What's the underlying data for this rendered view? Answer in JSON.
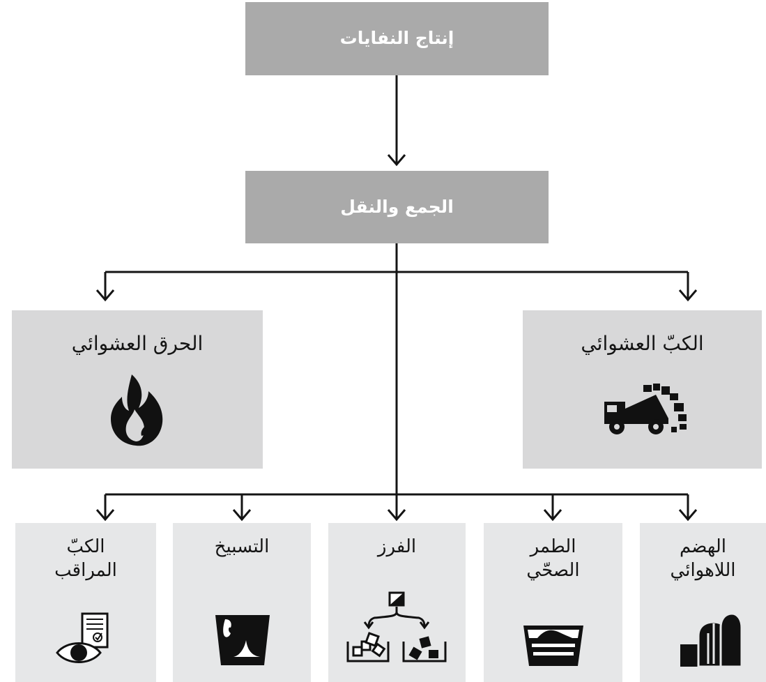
{
  "nodes": {
    "production": "إنتاج النفايات",
    "collection": "الجمع والنقل",
    "open_burning": "الحرق العشوائي",
    "open_dumping": "الكبّ العشوائي",
    "controlled_landfill": "الكبّ المراقب",
    "composting": "التسبيخ",
    "sorting": "الفرز",
    "sanitary_landfill": "الطمر الصحّي",
    "anaerobic_digestion": "الهضم اللاهوائي"
  },
  "icons": {
    "open_burning": "flame-icon",
    "open_dumping": "dump-truck-icon",
    "controlled_landfill": "eye-checklist-icon",
    "composting": "compost-bin-icon",
    "sorting": "sorting-bins-icon",
    "sanitary_landfill": "landfill-pit-icon",
    "anaerobic_digestion": "digester-icon"
  },
  "colors": {
    "top_box": "#aaaaaa",
    "middle_box": "#d8d8d9",
    "bottom_box": "#e6e7e8",
    "line": "#141414"
  }
}
